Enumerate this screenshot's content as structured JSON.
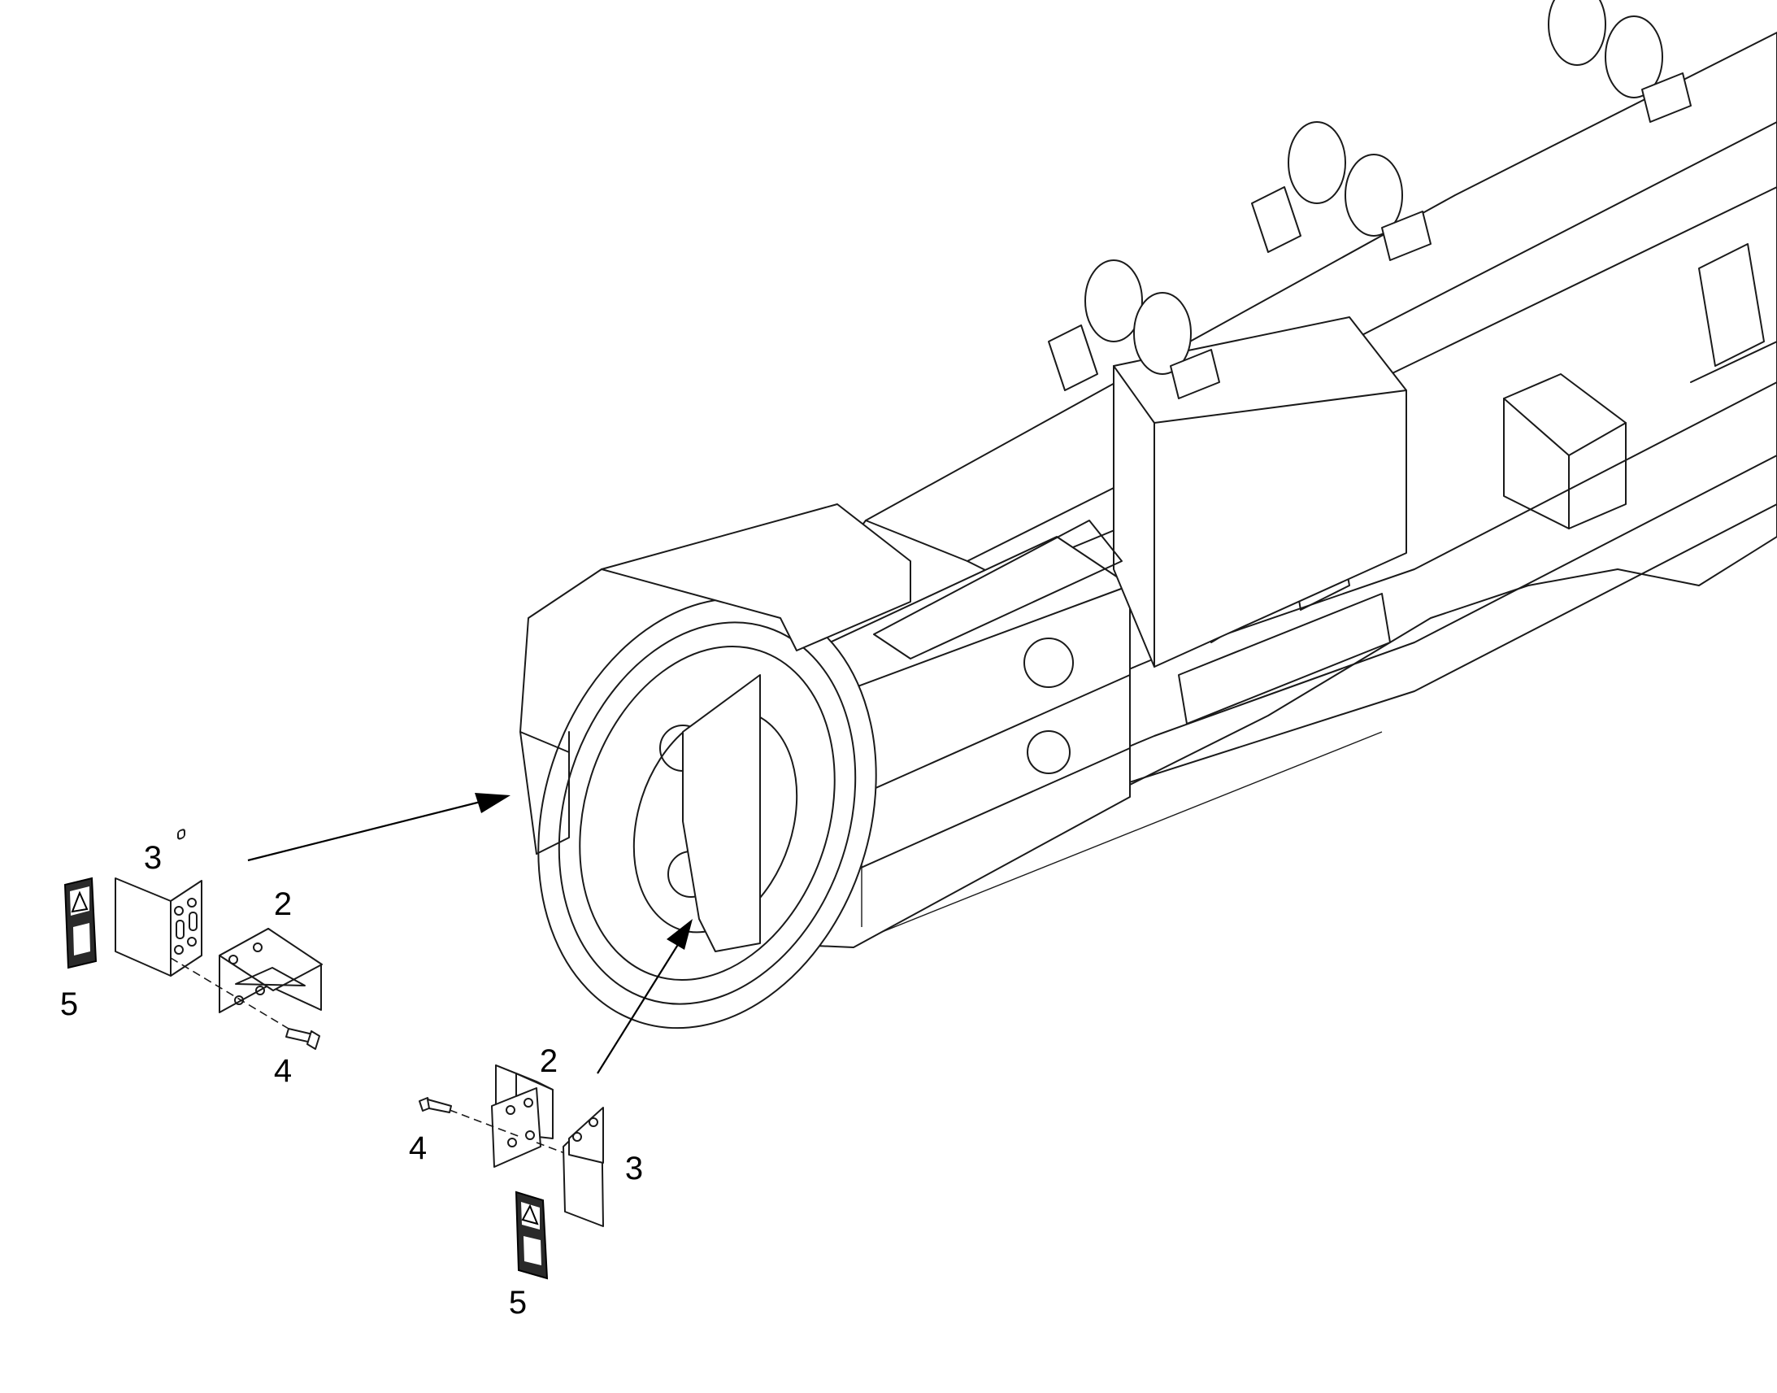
{
  "callouts": {
    "left_guard": "3",
    "left_bracket": "2",
    "left_decal": "5",
    "left_bolt": "4",
    "right_bracket": "2",
    "right_bolt": "4",
    "right_guard": "3",
    "right_decal": "5"
  }
}
